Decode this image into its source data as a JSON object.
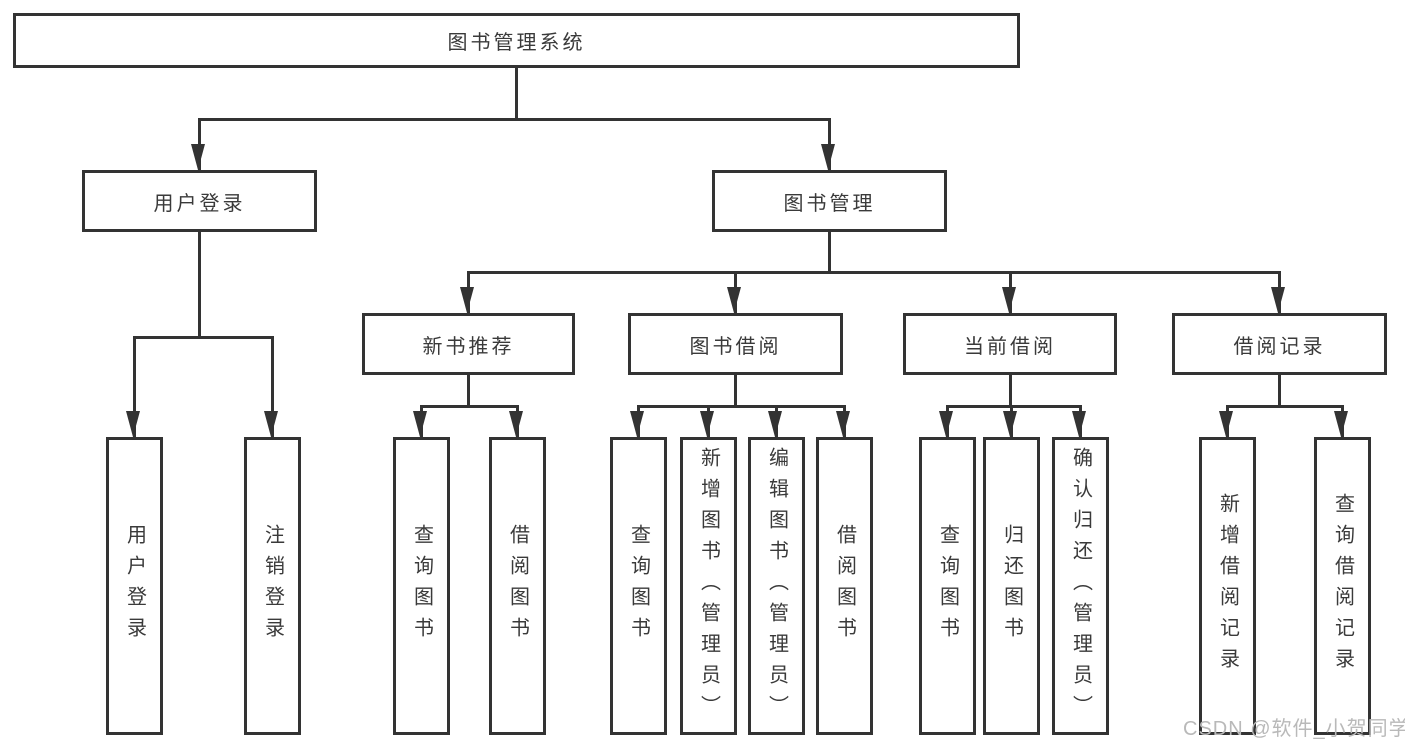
{
  "diagram": {
    "type": "feature-tree",
    "root": {
      "label": "图书管理系统"
    },
    "level2": [
      {
        "label": "用户登录",
        "parent": "图书管理系统"
      },
      {
        "label": "图书管理",
        "parent": "图书管理系统"
      }
    ],
    "level3": [
      {
        "label": "新书推荐",
        "parent": "图书管理"
      },
      {
        "label": "图书借阅",
        "parent": "图书管理"
      },
      {
        "label": "当前借阅",
        "parent": "图书管理"
      },
      {
        "label": "借阅记录",
        "parent": "图书管理"
      }
    ],
    "leaves": [
      {
        "label": "用户登录",
        "parent": "用户登录"
      },
      {
        "label": "注销登录",
        "parent": "用户登录"
      },
      {
        "label": "查询图书",
        "parent": "新书推荐"
      },
      {
        "label": "借阅图书",
        "parent": "新书推荐"
      },
      {
        "label": "查询图书",
        "parent": "图书借阅"
      },
      {
        "label": "新增图书（管理员）",
        "parent": "图书借阅"
      },
      {
        "label": "编辑图书（管理员）",
        "parent": "图书借阅"
      },
      {
        "label": "借阅图书",
        "parent": "图书借阅"
      },
      {
        "label": "查询图书",
        "parent": "当前借阅"
      },
      {
        "label": "归还图书",
        "parent": "当前借阅"
      },
      {
        "label": "确认归还（管理员）",
        "parent": "当前借阅"
      },
      {
        "label": "新增借阅记录",
        "parent": "借阅记录"
      },
      {
        "label": "查询借阅记录",
        "parent": "借阅记录"
      }
    ]
  },
  "watermark": {
    "text": "CSDN @软件_小贺同学"
  },
  "colors": {
    "line": "#333333",
    "box_border": "#333333",
    "text": "#3a3a3a",
    "watermark": "#b9b9b9",
    "background": "#ffffff"
  }
}
